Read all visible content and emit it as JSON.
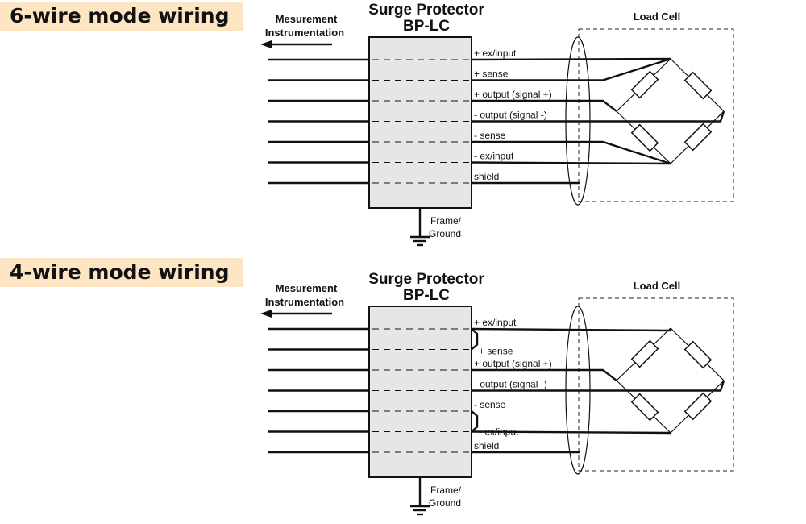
{
  "sections": [
    {
      "heading": "6-wire mode wiring",
      "instrumentation_label_line1": "Mesurement",
      "instrumentation_label_line2": "Instrumentation",
      "protector_title_line1": "Surge Protector",
      "protector_title_line2": "BP-LC",
      "load_cell_label": "Load Cell",
      "terminals": [
        "+ ex/input",
        "+ sense",
        "+ output (signal +)",
        "- output (signal -)",
        "- sense",
        "- ex/input",
        "shield"
      ],
      "ground_label_line1": "Frame/",
      "ground_label_line2": "Ground"
    },
    {
      "heading": "4-wire mode wiring",
      "instrumentation_label_line1": "Mesurement",
      "instrumentation_label_line2": "Instrumentation",
      "protector_title_line1": "Surge Protector",
      "protector_title_line2": "BP-LC",
      "load_cell_label": "Load Cell",
      "terminals": [
        "+ ex/input",
        "+ sense",
        "+ output (signal +)",
        "- output (signal -)",
        "- sense",
        "- ex/input",
        "shield"
      ],
      "ground_label_line1": "Frame/",
      "ground_label_line2": "Ground"
    }
  ]
}
